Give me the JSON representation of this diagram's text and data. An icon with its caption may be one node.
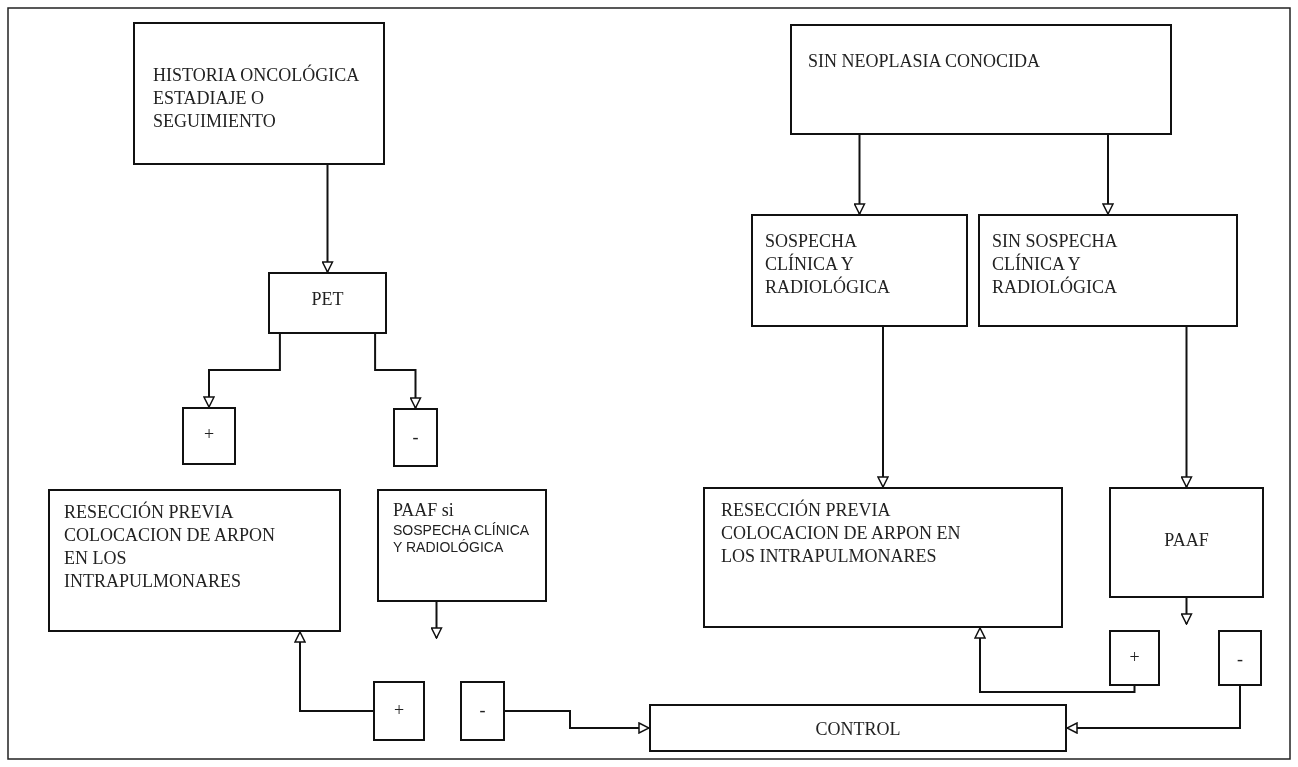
{
  "diagram": {
    "nodes": [
      {
        "text": [
          "HISTORIA ONCOLÓGICA ESTADIAJE O SEGUIMIENTO"
        ]
      },
      {
        "text": [
          "PET"
        ]
      },
      {
        "text": [
          "+"
        ]
      },
      {
        "text": [
          "-"
        ]
      },
      {
        "text": [
          "RESECCIÓN PREVIA COLOCACION DE ARPON EN LOS INTRAPULMONARES"
        ]
      },
      {
        "text": [
          "PAAF si",
          "SOSPECHA CLÍNICA Y RADIOLÓGICA"
        ]
      },
      {
        "text": [
          "+"
        ]
      },
      {
        "text": [
          "-"
        ]
      },
      {
        "text": [
          "SIN NEOPLASIA CONOCIDA"
        ]
      },
      {
        "text": [
          "SOSPECHA CLÍNICA Y RADIOLÓGICA"
        ]
      },
      {
        "text": [
          "SIN SOSPECHA CLÍNICA Y RADIOLÓGICA"
        ]
      },
      {
        "text": [
          "RESECCIÓN PREVIA COLOCACION DE ARPON EN LOS INTRAPULMONARES"
        ]
      },
      {
        "text": [
          "PAAF"
        ]
      },
      {
        "text": [
          "+"
        ]
      },
      {
        "text": [
          "-"
        ]
      },
      {
        "text": [
          "CONTROL"
        ]
      }
    ],
    "edges": [
      {
        "from": 0,
        "to": 1,
        "arrow": "to"
      },
      {
        "from": 1,
        "to": 2,
        "arrow": "to"
      },
      {
        "from": 1,
        "to": 3,
        "arrow": "to"
      },
      {
        "from": 5,
        "to": null,
        "arrow": "to"
      },
      {
        "from": 6,
        "to": 4,
        "arrow": "to"
      },
      {
        "from": 7,
        "to": 15,
        "arrow": "to"
      },
      {
        "from": 8,
        "to": 9,
        "arrow": "to"
      },
      {
        "from": 8,
        "to": 10,
        "arrow": "to"
      },
      {
        "from": 9,
        "to": 11,
        "arrow": "to"
      },
      {
        "from": 10,
        "to": 12,
        "arrow": "to"
      },
      {
        "from": 12,
        "to": null,
        "arrow": "to"
      },
      {
        "from": 13,
        "to": 11,
        "arrow": "to"
      },
      {
        "from": 14,
        "to": 15,
        "arrow": "to"
      }
    ]
  }
}
